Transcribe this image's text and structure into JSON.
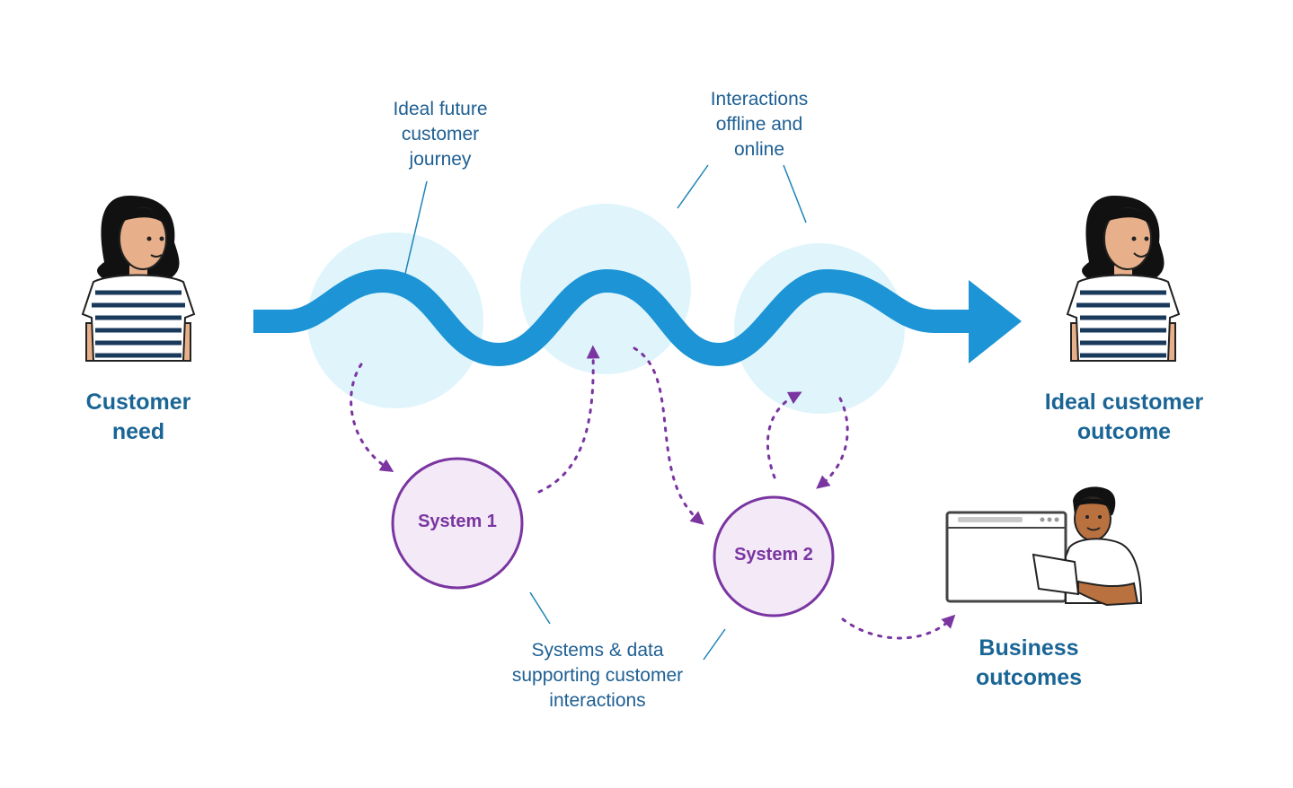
{
  "labels": {
    "customer_need": [
      "Customer",
      "need"
    ],
    "ideal_outcome": [
      "Ideal customer",
      "outcome"
    ],
    "business_outcomes": [
      "Business",
      "outcomes"
    ],
    "ideal_journey": [
      "Ideal future",
      "customer",
      "journey"
    ],
    "interactions": [
      "Interactions",
      "offline and",
      "online"
    ],
    "systems_data": [
      "Systems & data",
      "supporting customer",
      "interactions"
    ]
  },
  "systems": {
    "system1": "System 1",
    "system2": "System 2"
  },
  "colors": {
    "journey_arrow": "#1c94d6",
    "interaction_bubble": "#dff5fb",
    "system_fill": "#f3e9f7",
    "system_stroke": "#7a35a1",
    "label_text": "#1a6596",
    "annotation_text": "#1e5f93",
    "connector": "#1d83b8"
  },
  "icons": {
    "customer": "woman-striped-shirt-icon",
    "business": "man-with-laptop-icon",
    "browser": "browser-window-icon"
  }
}
